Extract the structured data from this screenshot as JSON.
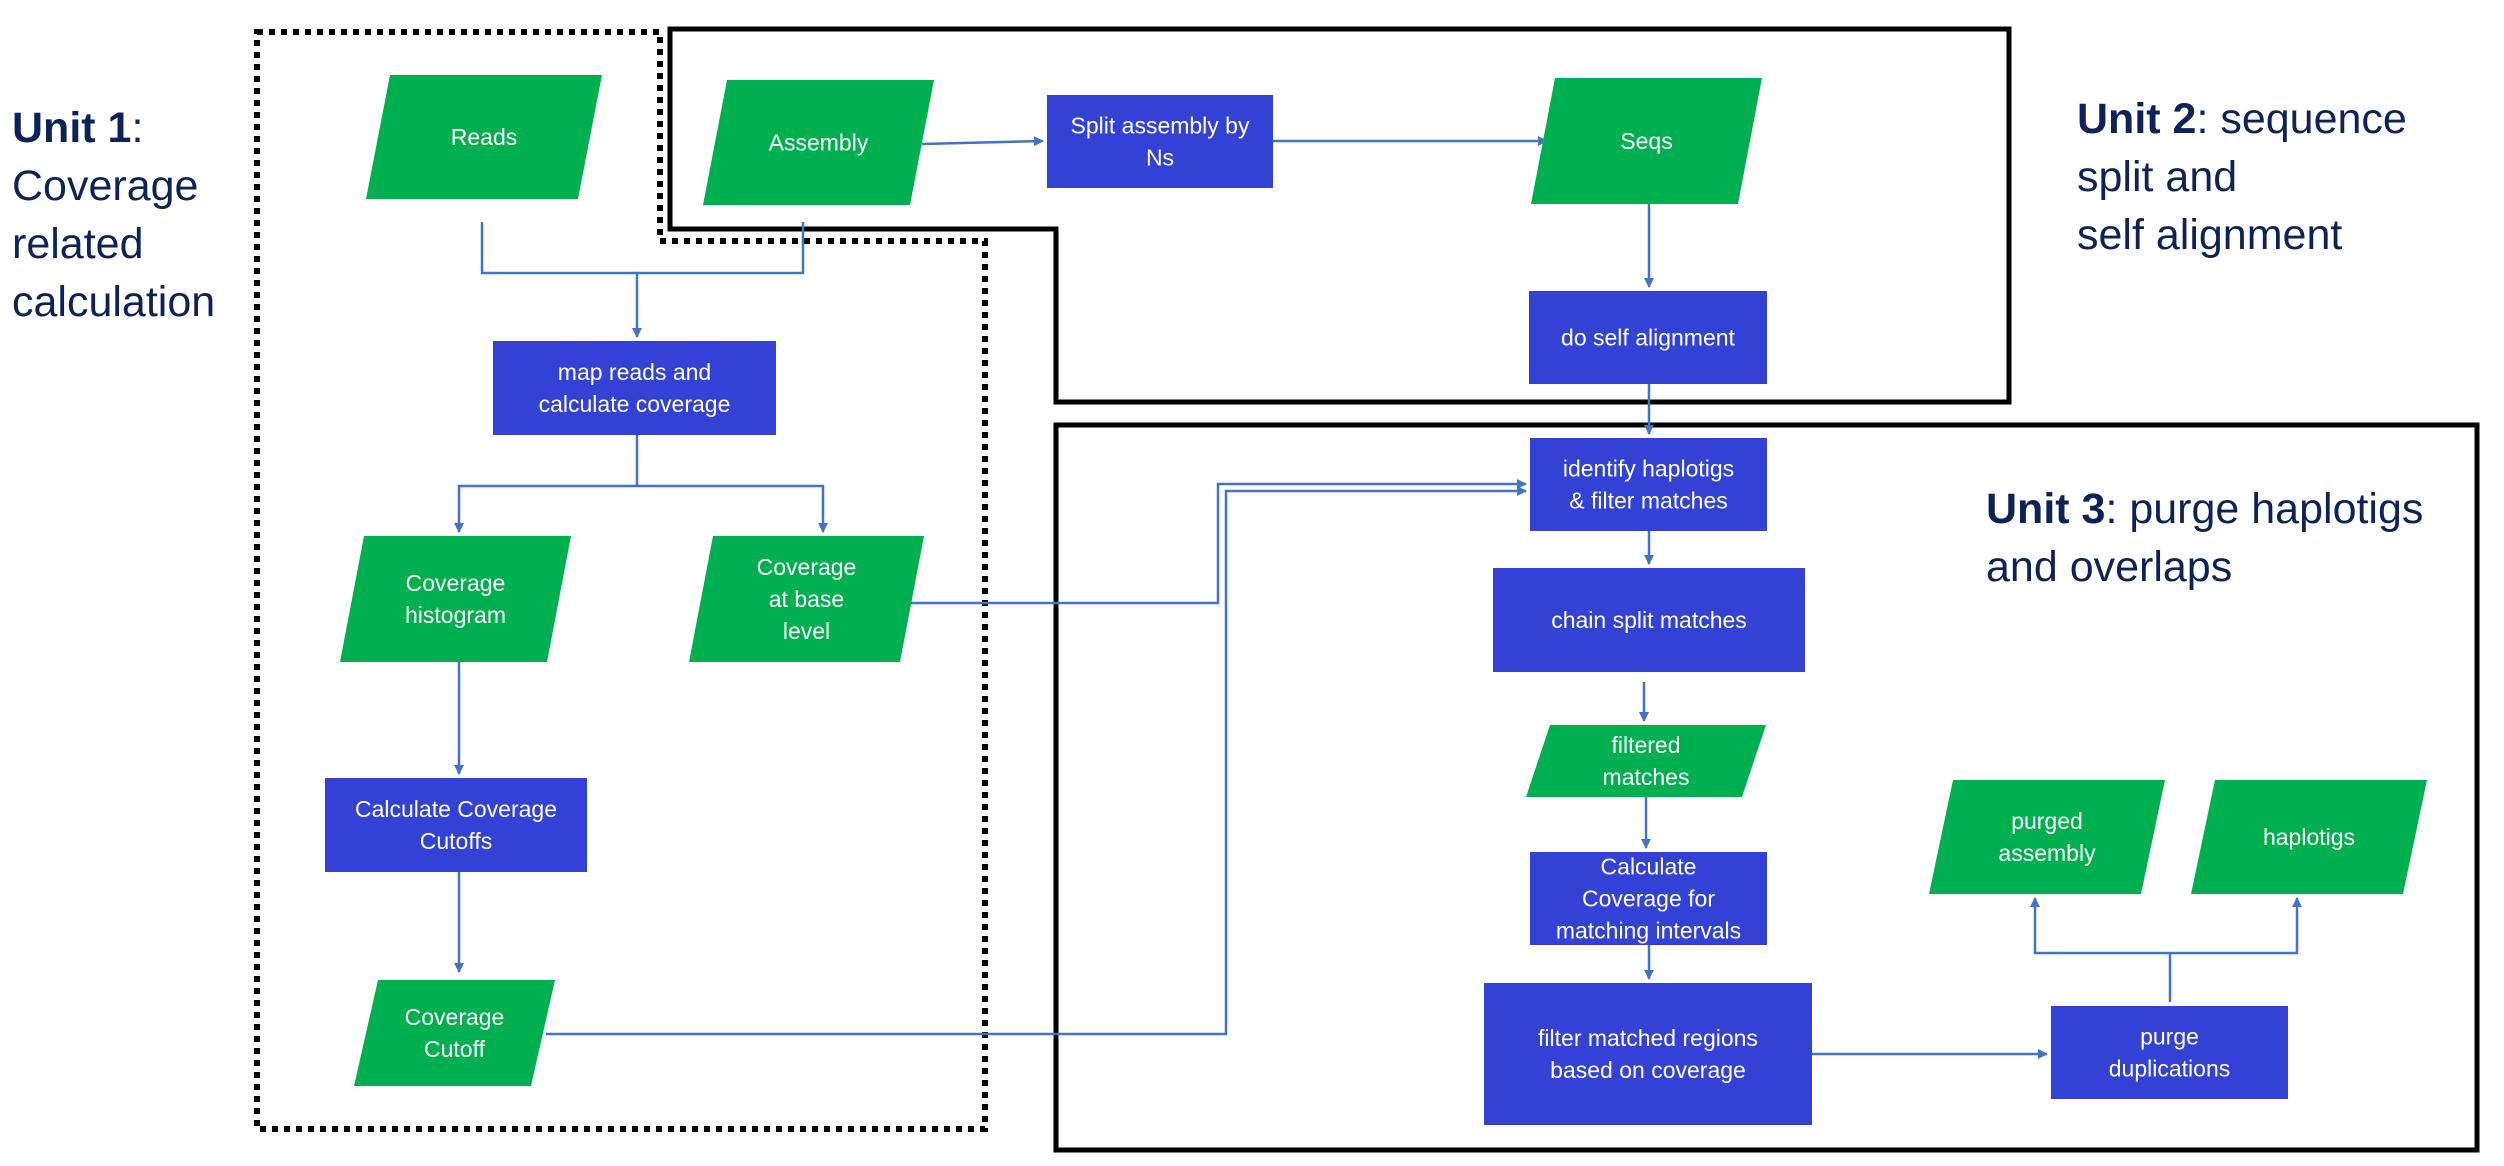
{
  "colors": {
    "process": "#3341d5",
    "data": "#00b050",
    "connector": "#4472c4",
    "frame": "#000000",
    "unit_text": "#0d2257",
    "box_text": "#ffffff"
  },
  "units": {
    "unit1": {
      "title": "Unit 1",
      "desc_lines": [
        ":",
        "Coverage",
        "related",
        "calculation"
      ]
    },
    "unit2": {
      "title": "Unit 2",
      "desc_lines": [
        ": sequence",
        "split and",
        "self alignment"
      ]
    },
    "unit3": {
      "title": "Unit 3",
      "desc_lines": [
        ": purge haplotigs",
        "and overlaps"
      ]
    }
  },
  "nodes": {
    "reads": {
      "shape": "data",
      "lines": [
        "Reads"
      ]
    },
    "assembly": {
      "shape": "data",
      "lines": [
        "Assembly"
      ]
    },
    "split_assembly": {
      "shape": "process",
      "lines": [
        "Split assembly by",
        "Ns"
      ]
    },
    "seqs": {
      "shape": "data",
      "lines": [
        "Seqs"
      ]
    },
    "self_alignment": {
      "shape": "process",
      "lines": [
        "do  self alignment"
      ]
    },
    "map_reads": {
      "shape": "process",
      "lines": [
        "map reads and",
        "calculate coverage"
      ]
    },
    "coverage_histogram": {
      "shape": "data",
      "lines": [
        "Coverage",
        "histogram"
      ]
    },
    "coverage_base": {
      "shape": "data",
      "lines": [
        "Coverage",
        "at base",
        "level"
      ]
    },
    "calc_cutoffs": {
      "shape": "process",
      "lines": [
        "Calculate Coverage",
        "Cutoffs"
      ]
    },
    "coverage_cutoff": {
      "shape": "data",
      "lines": [
        "Coverage",
        "Cutoff"
      ]
    },
    "identify_haplotigs": {
      "shape": "process",
      "lines": [
        "identify haplotigs",
        "& filter matches"
      ]
    },
    "chain_split": {
      "shape": "process",
      "lines": [
        "chain split matches"
      ]
    },
    "filtered_matches": {
      "shape": "data",
      "lines": [
        "filtered",
        "matches"
      ]
    },
    "calc_coverage_intervals": {
      "shape": "process",
      "lines": [
        "Calculate",
        "Coverage for",
        "matching intervals"
      ]
    },
    "filter_regions": {
      "shape": "process",
      "lines": [
        "filter matched regions",
        "based on coverage"
      ]
    },
    "purge_dup": {
      "shape": "process",
      "lines": [
        "purge",
        "duplications"
      ]
    },
    "purged_assembly": {
      "shape": "data",
      "lines": [
        "purged",
        "assembly"
      ]
    },
    "haplotigs": {
      "shape": "data",
      "lines": [
        "haplotigs"
      ]
    }
  }
}
